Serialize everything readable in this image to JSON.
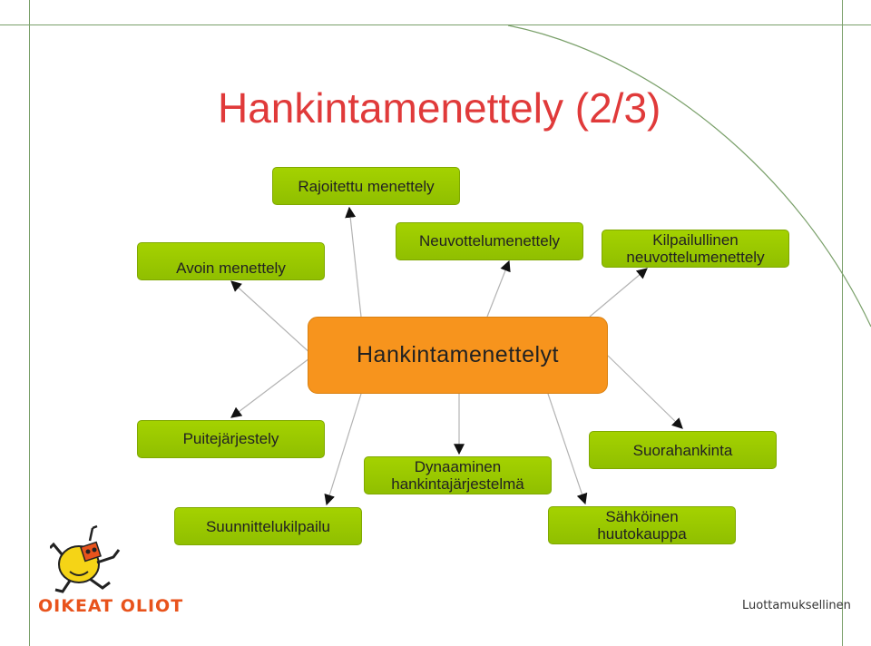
{
  "slide": {
    "title": "Hankintamenettely (2/3)",
    "center": "Hankintamenettelyt",
    "nodes": {
      "rajoitettu": "Rajoitettu menettely",
      "avoin": "Avoin menettely",
      "neuvottelu": "Neuvottelumenettely",
      "kilpailullinen_1": "Kilpailullinen",
      "kilpailullinen_2": "neuvottelumenettely",
      "puite": "Puitejärjestely",
      "dynaaminen_1": "Dynaaminen",
      "dynaaminen_2": "hankintajärjestelmä",
      "suora": "Suorahankinta",
      "suunnittelu": "Suunnittelukilpailu",
      "sahkoinen_1": "Sähköinen",
      "sahkoinen_2": "huutokauppa"
    }
  },
  "footer": {
    "logo": "OIKEAT OLIOT",
    "classification": "Luottamuksellinen"
  },
  "colors": {
    "title": "#e03a3a",
    "node": "#9acb00",
    "center": "#f7941d",
    "frame": "#7aa06a"
  }
}
